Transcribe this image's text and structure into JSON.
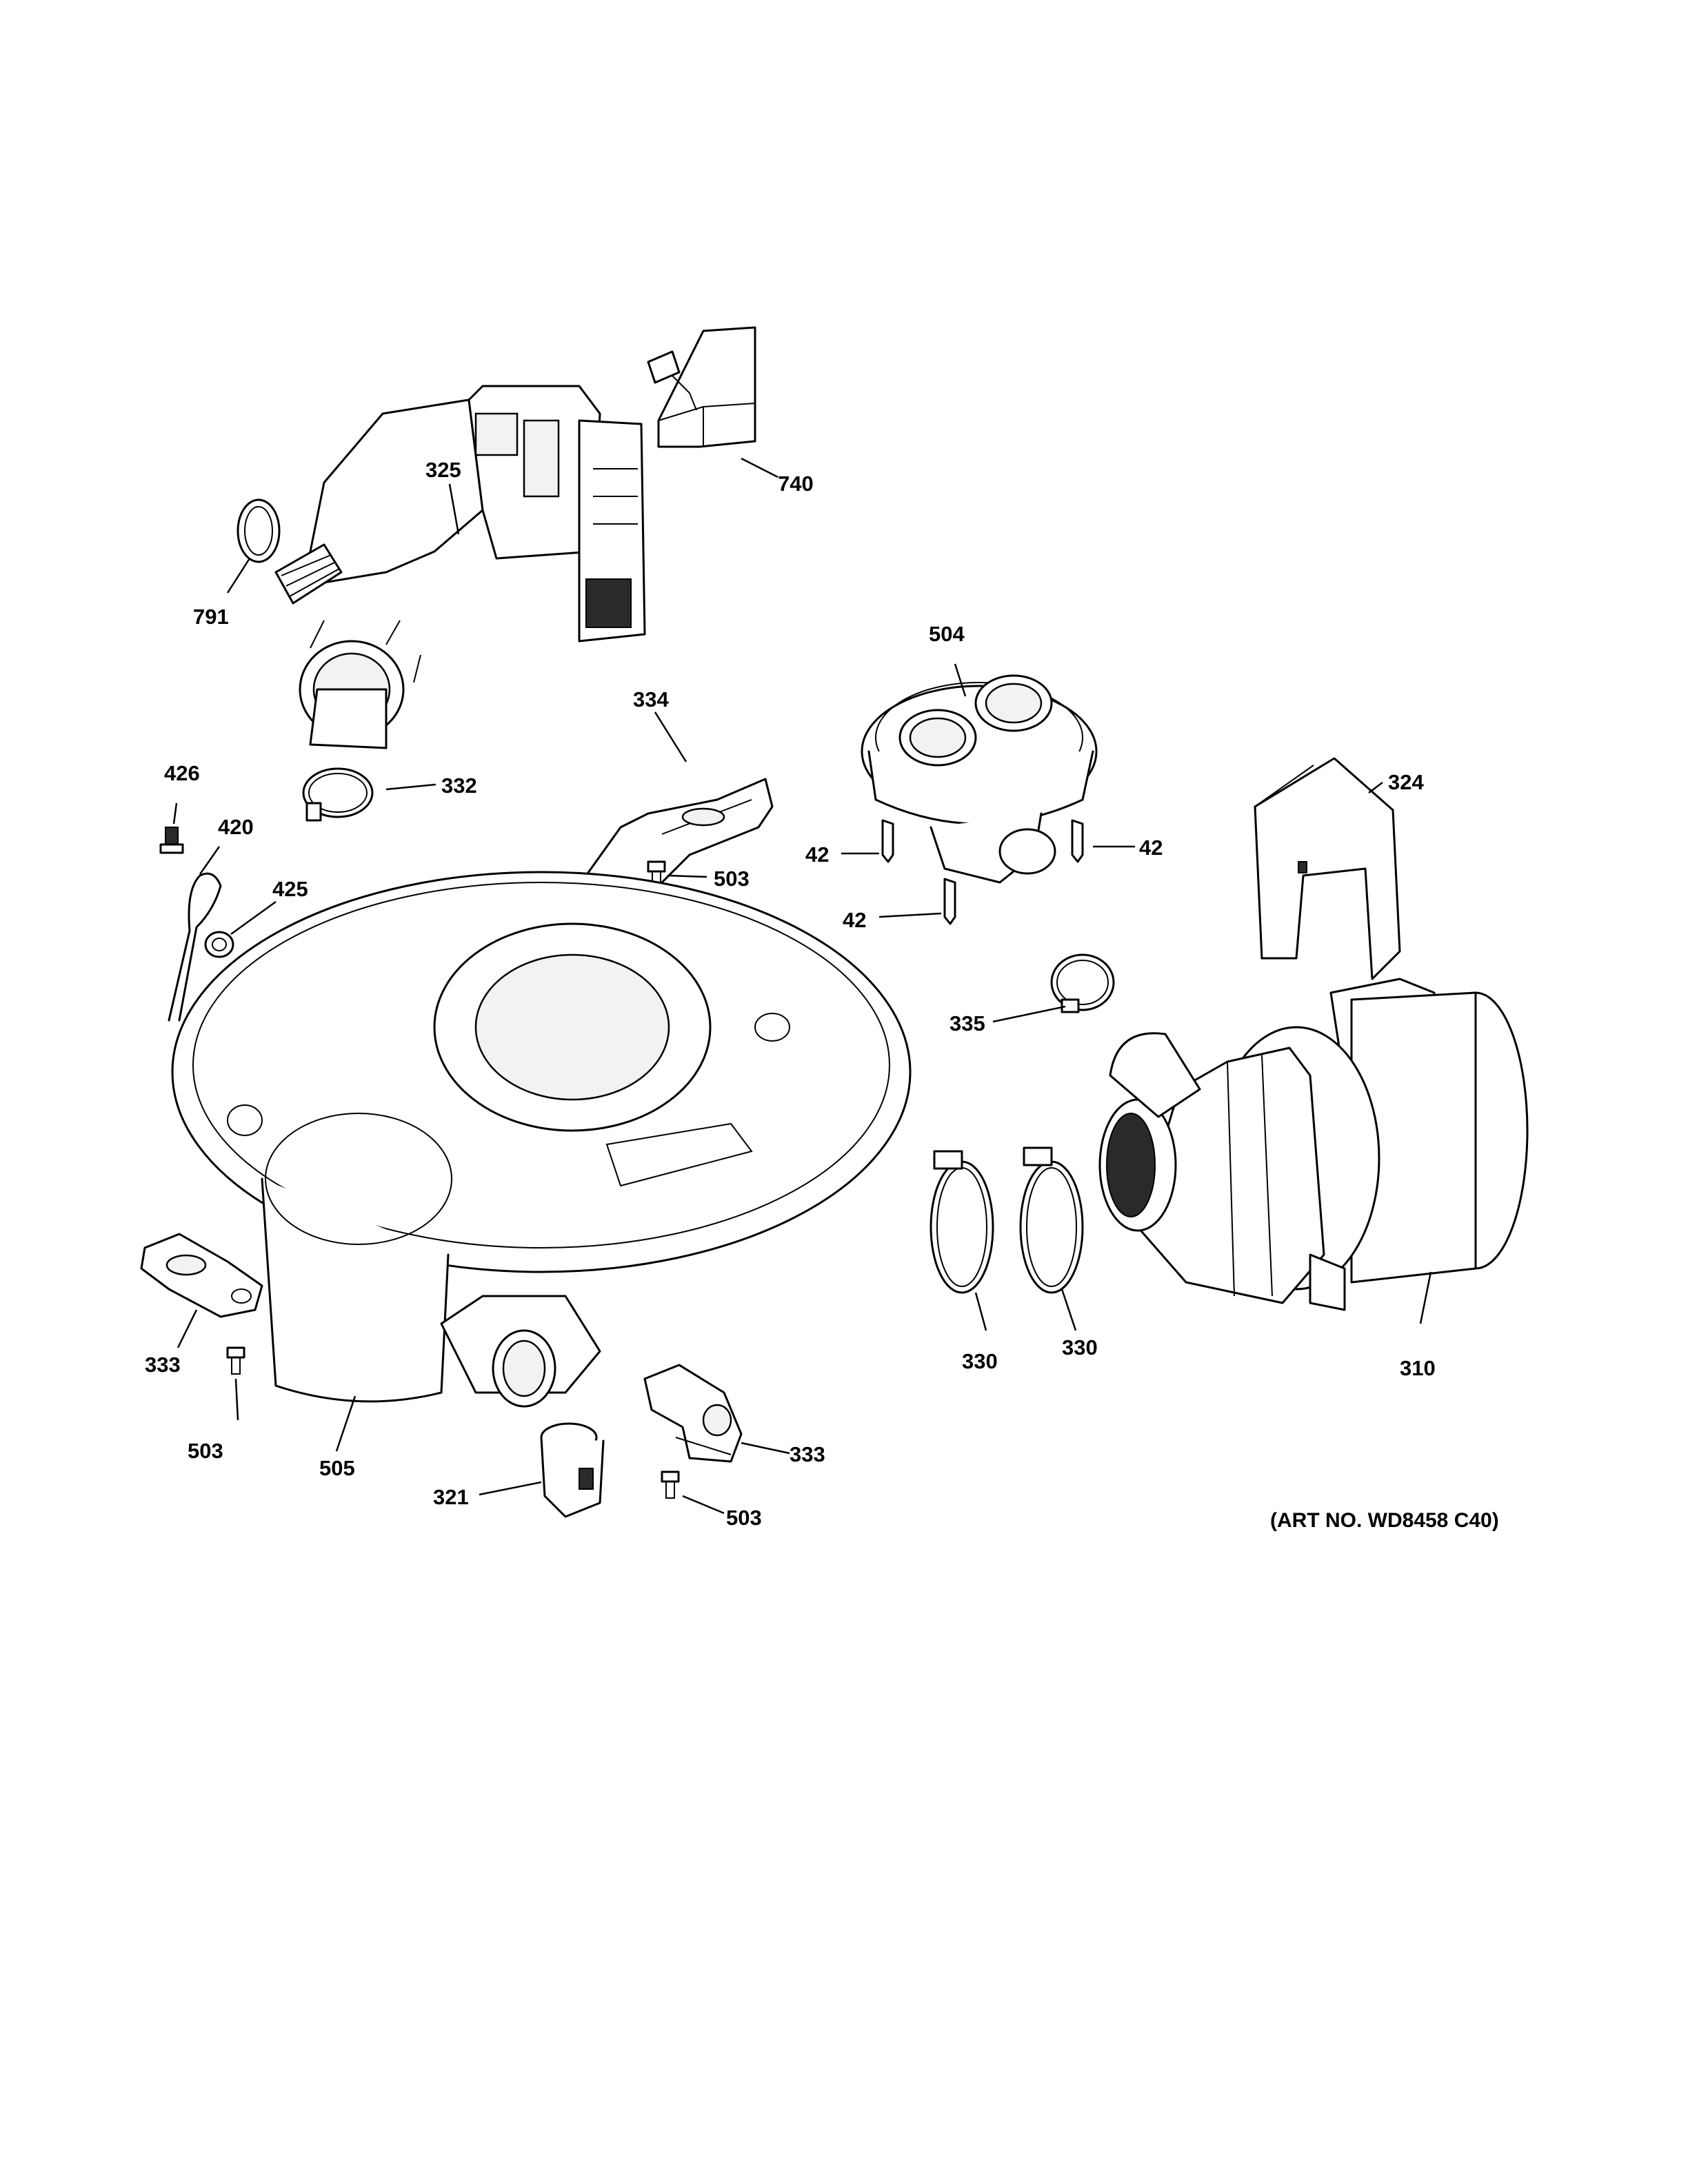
{
  "callouts": [
    {
      "id": "c740a",
      "label": "740"
    },
    {
      "id": "c325",
      "label": "325"
    },
    {
      "id": "c791",
      "label": "791"
    },
    {
      "id": "c504",
      "label": "504"
    },
    {
      "id": "c334",
      "label": "334"
    },
    {
      "id": "c332",
      "label": "332"
    },
    {
      "id": "c426",
      "label": "426"
    },
    {
      "id": "c420",
      "label": "420"
    },
    {
      "id": "c425",
      "label": "425"
    },
    {
      "id": "c324",
      "label": "324"
    },
    {
      "id": "c42a",
      "label": "42"
    },
    {
      "id": "c42b",
      "label": "42"
    },
    {
      "id": "c42c",
      "label": "42"
    },
    {
      "id": "c503a",
      "label": "503"
    },
    {
      "id": "c335",
      "label": "335"
    },
    {
      "id": "c330a",
      "label": "330"
    },
    {
      "id": "c330b",
      "label": "330"
    },
    {
      "id": "c310",
      "label": "310"
    },
    {
      "id": "c333a",
      "label": "333"
    },
    {
      "id": "c503b",
      "label": "503"
    },
    {
      "id": "c505",
      "label": "505"
    },
    {
      "id": "c321",
      "label": "321"
    },
    {
      "id": "c333b",
      "label": "333"
    },
    {
      "id": "c503c",
      "label": "503"
    }
  ],
  "art_number": "(ART NO. WD8458 C40)"
}
